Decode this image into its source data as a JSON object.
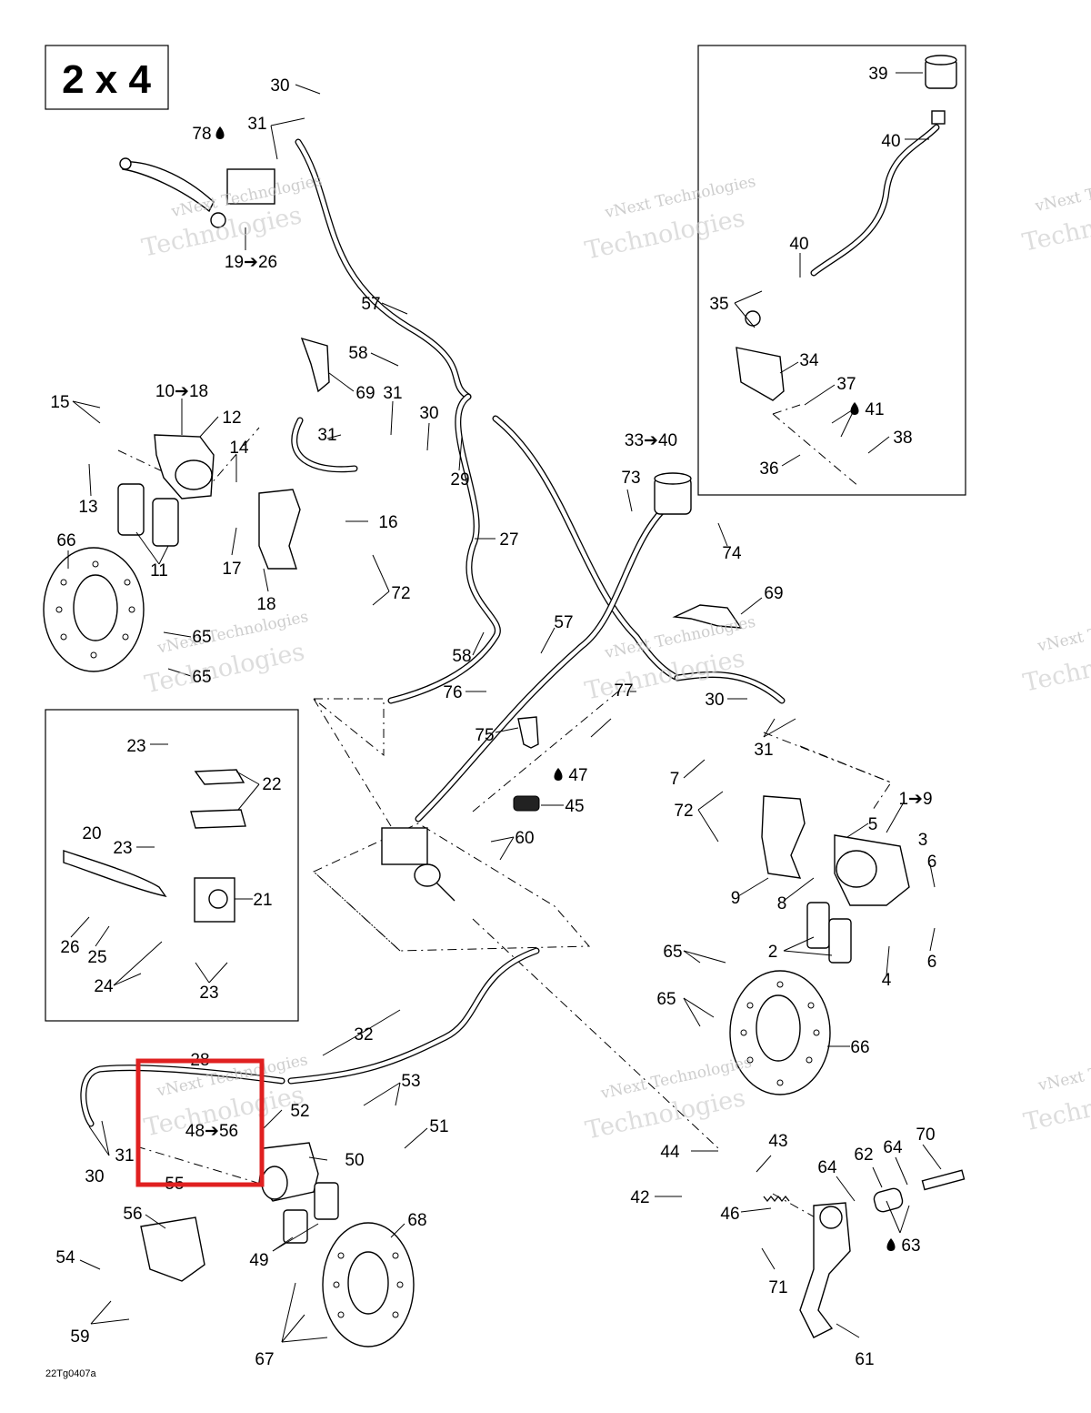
{
  "title": "2 x 4",
  "drawing_code": "22Tg0407a",
  "watermark": {
    "line1": "vNext Technologies",
    "line2": "Technologies"
  },
  "colors": {
    "highlight": "#e02020",
    "watermark": "#bdbdbd"
  },
  "callouts": [
    {
      "id": "c-30a",
      "label": "30"
    },
    {
      "id": "c-31a",
      "label": "31"
    },
    {
      "id": "c-78",
      "label": "78"
    },
    {
      "id": "c-19-26",
      "label": "19➔26"
    },
    {
      "id": "c-57a",
      "label": "57"
    },
    {
      "id": "c-58a",
      "label": "58"
    },
    {
      "id": "c-69a",
      "label": "69"
    },
    {
      "id": "c-31b",
      "label": "31"
    },
    {
      "id": "c-30b",
      "label": "30"
    },
    {
      "id": "c-31c",
      "label": "31"
    },
    {
      "id": "c-29",
      "label": "29"
    },
    {
      "id": "c-15",
      "label": "15"
    },
    {
      "id": "c-10-18",
      "label": "10➔18"
    },
    {
      "id": "c-12",
      "label": "12"
    },
    {
      "id": "c-14",
      "label": "14"
    },
    {
      "id": "c-13",
      "label": "13"
    },
    {
      "id": "c-16",
      "label": "16"
    },
    {
      "id": "c-17",
      "label": "17"
    },
    {
      "id": "c-11",
      "label": "11"
    },
    {
      "id": "c-18",
      "label": "18"
    },
    {
      "id": "c-72a",
      "label": "72"
    },
    {
      "id": "c-66a",
      "label": "66"
    },
    {
      "id": "c-65a",
      "label": "65"
    },
    {
      "id": "c-65b",
      "label": "65"
    },
    {
      "id": "c-27",
      "label": "27"
    },
    {
      "id": "c-57b",
      "label": "57"
    },
    {
      "id": "c-58b",
      "label": "58"
    },
    {
      "id": "c-33-40",
      "label": "33➔40"
    },
    {
      "id": "c-73",
      "label": "73"
    },
    {
      "id": "c-74",
      "label": "74"
    },
    {
      "id": "c-69b",
      "label": "69"
    },
    {
      "id": "c-76",
      "label": "76"
    },
    {
      "id": "c-75",
      "label": "75"
    },
    {
      "id": "c-77",
      "label": "77"
    },
    {
      "id": "c-30c",
      "label": "30"
    },
    {
      "id": "c-31d",
      "label": "31"
    },
    {
      "id": "c-47",
      "label": "47"
    },
    {
      "id": "c-45",
      "label": "45"
    },
    {
      "id": "c-60",
      "label": "60"
    },
    {
      "id": "c-39",
      "label": "39"
    },
    {
      "id": "c-40a",
      "label": "40"
    },
    {
      "id": "c-40b",
      "label": "40"
    },
    {
      "id": "c-35",
      "label": "35"
    },
    {
      "id": "c-34",
      "label": "34"
    },
    {
      "id": "c-37",
      "label": "37"
    },
    {
      "id": "c-41",
      "label": "41"
    },
    {
      "id": "c-38",
      "label": "38"
    },
    {
      "id": "c-36",
      "label": "36"
    },
    {
      "id": "c-23a",
      "label": "23"
    },
    {
      "id": "c-22",
      "label": "22"
    },
    {
      "id": "c-20",
      "label": "20"
    },
    {
      "id": "c-23b",
      "label": "23"
    },
    {
      "id": "c-21",
      "label": "21"
    },
    {
      "id": "c-26",
      "label": "26"
    },
    {
      "id": "c-25",
      "label": "25"
    },
    {
      "id": "c-24",
      "label": "24"
    },
    {
      "id": "c-23c",
      "label": "23"
    },
    {
      "id": "c-7",
      "label": "7"
    },
    {
      "id": "c-72b",
      "label": "72"
    },
    {
      "id": "c-1-9",
      "label": "1➔9"
    },
    {
      "id": "c-5",
      "label": "5"
    },
    {
      "id": "c-3",
      "label": "3"
    },
    {
      "id": "c-6a",
      "label": "6"
    },
    {
      "id": "c-9",
      "label": "9"
    },
    {
      "id": "c-8",
      "label": "8"
    },
    {
      "id": "c-2",
      "label": "2"
    },
    {
      "id": "c-4",
      "label": "4"
    },
    {
      "id": "c-6b",
      "label": "6"
    },
    {
      "id": "c-65c",
      "label": "65"
    },
    {
      "id": "c-65d",
      "label": "65"
    },
    {
      "id": "c-66b",
      "label": "66"
    },
    {
      "id": "c-32",
      "label": "32"
    },
    {
      "id": "c-28",
      "label": "28"
    },
    {
      "id": "c-52",
      "label": "52"
    },
    {
      "id": "c-53",
      "label": "53"
    },
    {
      "id": "c-48-56",
      "label": "48➔56"
    },
    {
      "id": "c-51",
      "label": "51"
    },
    {
      "id": "c-31e",
      "label": "31"
    },
    {
      "id": "c-30d",
      "label": "30"
    },
    {
      "id": "c-50",
      "label": "50"
    },
    {
      "id": "c-55",
      "label": "55"
    },
    {
      "id": "c-56",
      "label": "56"
    },
    {
      "id": "c-54",
      "label": "54"
    },
    {
      "id": "c-49",
      "label": "49"
    },
    {
      "id": "c-68",
      "label": "68"
    },
    {
      "id": "c-59",
      "label": "59"
    },
    {
      "id": "c-67",
      "label": "67"
    },
    {
      "id": "c-44",
      "label": "44"
    },
    {
      "id": "c-43",
      "label": "43"
    },
    {
      "id": "c-42",
      "label": "42"
    },
    {
      "id": "c-46",
      "label": "46"
    },
    {
      "id": "c-71",
      "label": "71"
    },
    {
      "id": "c-64a",
      "label": "64"
    },
    {
      "id": "c-62",
      "label": "62"
    },
    {
      "id": "c-64b",
      "label": "64"
    },
    {
      "id": "c-70",
      "label": "70"
    },
    {
      "id": "c-63",
      "label": "63"
    },
    {
      "id": "c-61",
      "label": "61"
    }
  ]
}
